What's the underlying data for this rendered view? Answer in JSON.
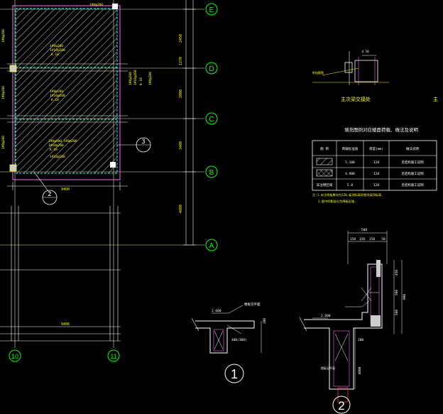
{
  "drawing": {
    "axes": {
      "E": "E",
      "D": "D",
      "C": "C",
      "B": "B",
      "A": "A",
      "n10": "10",
      "n11": "11"
    },
    "section_marks": {
      "s1": "1",
      "s2": "2",
      "s3": "3"
    },
    "dims_vertical": {
      "d1": "2450",
      "d2": "1270",
      "d3": "2000",
      "d4": "3400",
      "d5": "4800"
    },
    "dims_horizontal": {
      "plan_width": "9400",
      "lower_width": "9400"
    },
    "detail_main": {
      "left_title": "主次梁交接处",
      "right_title_partial": "主"
    },
    "table": {
      "title": "填充图例对应楼面荷载、做法及说明",
      "headers": [
        "图 例",
        "荷载标准值",
        "厚度(mm)",
        "做法说明"
      ],
      "rows": [
        [
          "",
          "5.100",
          "120",
          "见结构施工说明"
        ],
        [
          "",
          "6.900",
          "120",
          "见结构施工说明"
        ],
        [
          "未注明区域",
          "5.0",
          "120",
          "见结构施工说明"
        ]
      ],
      "notes": [
        "注:1.未注明板厚均为120,板顶标高同相邻梁顶标高.",
        "2.图中阴影部分为降板区域."
      ]
    },
    "section1": {
      "level": "2.600",
      "tag": "楼板见平面",
      "size": "400(300)",
      "dim": "200"
    },
    "section2": {
      "top_dims": [
        "150",
        "150",
        "150",
        "50"
      ],
      "top_total": "500",
      "level": "2.600",
      "tag": "楼板见平面",
      "h_dims": [
        "450",
        "500",
        "500",
        "900"
      ],
      "depth": "4800",
      "width": "200"
    }
  }
}
